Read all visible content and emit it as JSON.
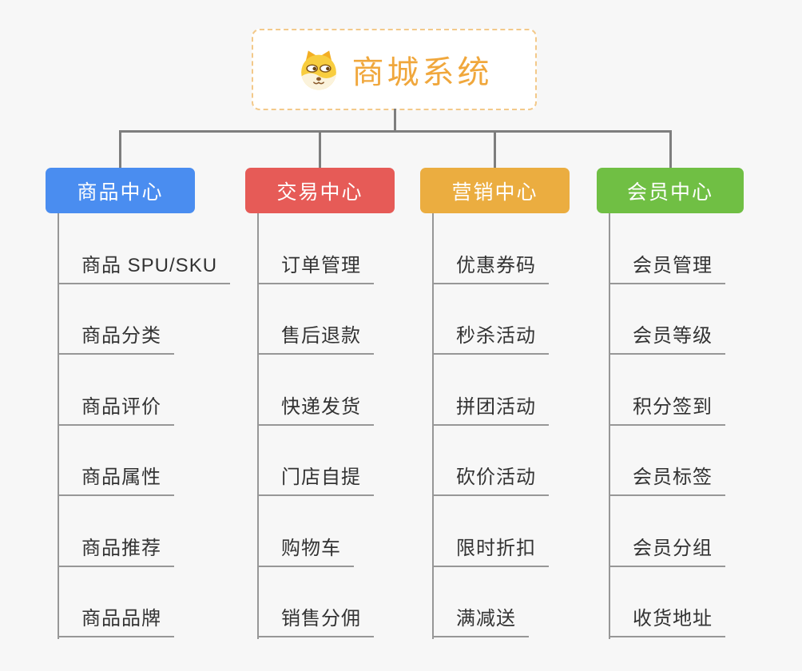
{
  "root": {
    "title": "商城系统",
    "icon": "doge-icon",
    "text_color": "#f0a73c",
    "border_color": "#f3c98a"
  },
  "connector_color": "#7e7e7e",
  "branches": [
    {
      "label": "商品中心",
      "color": "#4a8df0",
      "children": [
        "商品 SPU/SKU",
        "商品分类",
        "商品评价",
        "商品属性",
        "商品推荐",
        "商品品牌"
      ]
    },
    {
      "label": "交易中心",
      "color": "#e65b57",
      "children": [
        "订单管理",
        "售后退款",
        "快递发货",
        "门店自提",
        "购物车",
        "销售分佣"
      ]
    },
    {
      "label": "营销中心",
      "color": "#ebad40",
      "children": [
        "优惠券码",
        "秒杀活动",
        "拼团活动",
        "砍价活动",
        "限时折扣",
        "满减送"
      ]
    },
    {
      "label": "会员中心",
      "color": "#70bf44",
      "children": [
        "会员管理",
        "会员等级",
        "积分签到",
        "会员标签",
        "会员分组",
        "收货地址"
      ]
    }
  ]
}
